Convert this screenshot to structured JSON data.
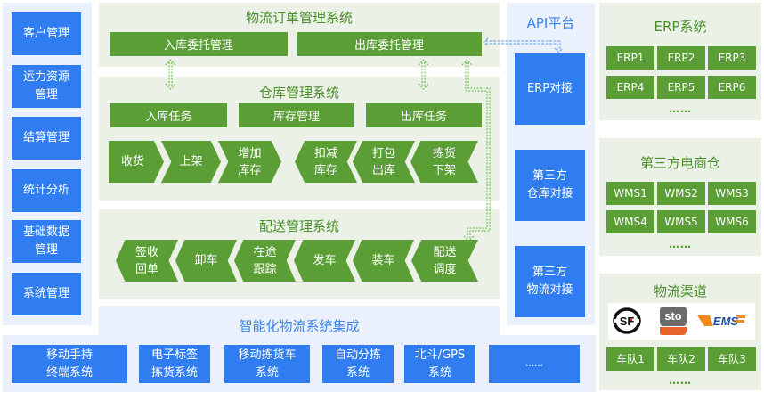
{
  "left_sidebar": {
    "items": [
      {
        "label": "客户管理"
      },
      {
        "label": "运力资源\n管理"
      },
      {
        "label": "结算管理"
      },
      {
        "label": "统计分析"
      },
      {
        "label": "基础数据\n管理"
      },
      {
        "label": "系统管理"
      }
    ]
  },
  "order_system": {
    "title": "物流订单管理系统",
    "items": [
      {
        "label": "入库委托管理"
      },
      {
        "label": "出库委托管理"
      }
    ]
  },
  "warehouse_system": {
    "title": "仓库管理系统",
    "tasks": [
      {
        "label": "入库任务"
      },
      {
        "label": "库存管理"
      },
      {
        "label": "出库任务"
      }
    ],
    "inbound_flow": [
      {
        "label": "收货"
      },
      {
        "label": "上架"
      },
      {
        "label": "增加\n库存"
      }
    ],
    "outbound_flow": [
      {
        "label": "扣减\n库存"
      },
      {
        "label": "打包\n出库"
      },
      {
        "label": "拣货\n下架"
      }
    ]
  },
  "delivery_system": {
    "title": "配送管理系统",
    "flow": [
      {
        "label": "签收\n回单"
      },
      {
        "label": "卸车"
      },
      {
        "label": "在途\n跟踪"
      },
      {
        "label": "发车"
      },
      {
        "label": "装车"
      },
      {
        "label": "配送\n调度"
      }
    ]
  },
  "integration": {
    "title": "智能化物流系统集成",
    "items": [
      {
        "label": "移动手持\n终端系统"
      },
      {
        "label": "电子标签\n拣货系统"
      },
      {
        "label": "移动拣货车\n系统"
      },
      {
        "label": "自动分拣\n系统"
      },
      {
        "label": "北斗/GPS\n系统"
      },
      {
        "label": "……"
      }
    ]
  },
  "api_platform": {
    "title": "API平台",
    "items": [
      {
        "label": "ERP对接"
      },
      {
        "label": "第三方\n仓库对接"
      },
      {
        "label": "第三方\n物流对接"
      }
    ]
  },
  "erp_systems": {
    "title": "ERP系统",
    "items": [
      "ERP1",
      "ERP2",
      "ERP3",
      "ERP4",
      "ERP5",
      "ERP6"
    ],
    "more": "……"
  },
  "ecommerce_warehouse": {
    "title": "第三方电商仓",
    "items": [
      "WMS1",
      "WMS2",
      "WMS3",
      "WMS4",
      "WMS5",
      "WMS6"
    ],
    "more": "……"
  },
  "logistics_channels": {
    "title": "物流渠道",
    "logos": [
      {
        "name": "SF",
        "text": "SF"
      },
      {
        "name": "STO",
        "text": "sto"
      },
      {
        "name": "EMS",
        "text": "EMS"
      }
    ],
    "items": [
      "车队1",
      "车队2",
      "车队3"
    ],
    "more": "……"
  },
  "colors": {
    "blue": "#2f7df0",
    "green": "#5a9e35",
    "panel_blue": "#eaf1fc",
    "panel_green": "#ebf1e7"
  }
}
